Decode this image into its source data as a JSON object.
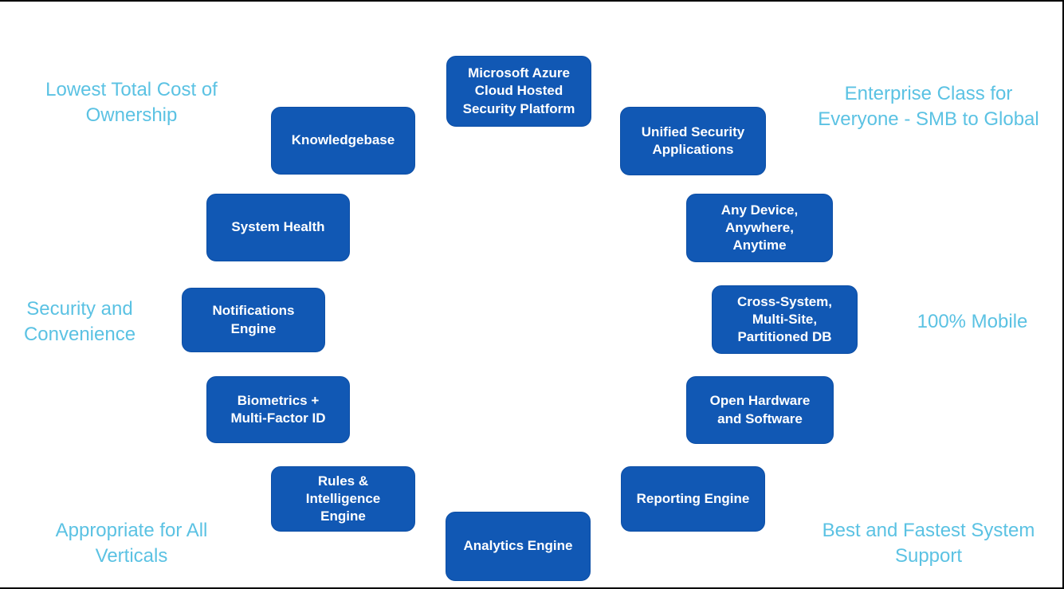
{
  "colors": {
    "canvas_bg": "#ffffff",
    "frame_border": "#000000",
    "node_fill": "#1158b4",
    "node_edge": "#0d4fa6",
    "node_text": "#ffffff",
    "caption_text": "#5bc2e3"
  },
  "nodes": [
    {
      "id": "azure-platform",
      "label": "Microsoft Azure\nCloud Hosted\nSecurity Platform"
    },
    {
      "id": "knowledgebase",
      "label": "Knowledgebase"
    },
    {
      "id": "unified-security",
      "label": "Unified Security\nApplications"
    },
    {
      "id": "system-health",
      "label": "System Health"
    },
    {
      "id": "any-device",
      "label": "Any Device,\nAnywhere,\nAnytime"
    },
    {
      "id": "notifications-engine",
      "label": "Notifications\nEngine"
    },
    {
      "id": "cross-system-db",
      "label": "Cross-System,\nMulti-Site,\nPartitioned DB"
    },
    {
      "id": "biometrics-id",
      "label": "Biometrics +\nMulti-Factor ID"
    },
    {
      "id": "open-hardware",
      "label": "Open Hardware\nand Software"
    },
    {
      "id": "rules-engine",
      "label": "Rules &\nIntelligence\nEngine"
    },
    {
      "id": "reporting-engine",
      "label": "Reporting Engine"
    },
    {
      "id": "analytics-engine",
      "label": "Analytics Engine"
    }
  ],
  "captions": [
    {
      "id": "lowest-cost",
      "text": "Lowest Total Cost of\nOwnership"
    },
    {
      "id": "enterprise-class",
      "text": "Enterprise Class for\nEveryone - SMB to Global"
    },
    {
      "id": "security-convenience",
      "text": "Security and\nConvenience"
    },
    {
      "id": "mobile",
      "text": "100% Mobile"
    },
    {
      "id": "all-verticals",
      "text": "Appropriate for All\nVerticals"
    },
    {
      "id": "system-support",
      "text": "Best and Fastest System\nSupport"
    }
  ]
}
